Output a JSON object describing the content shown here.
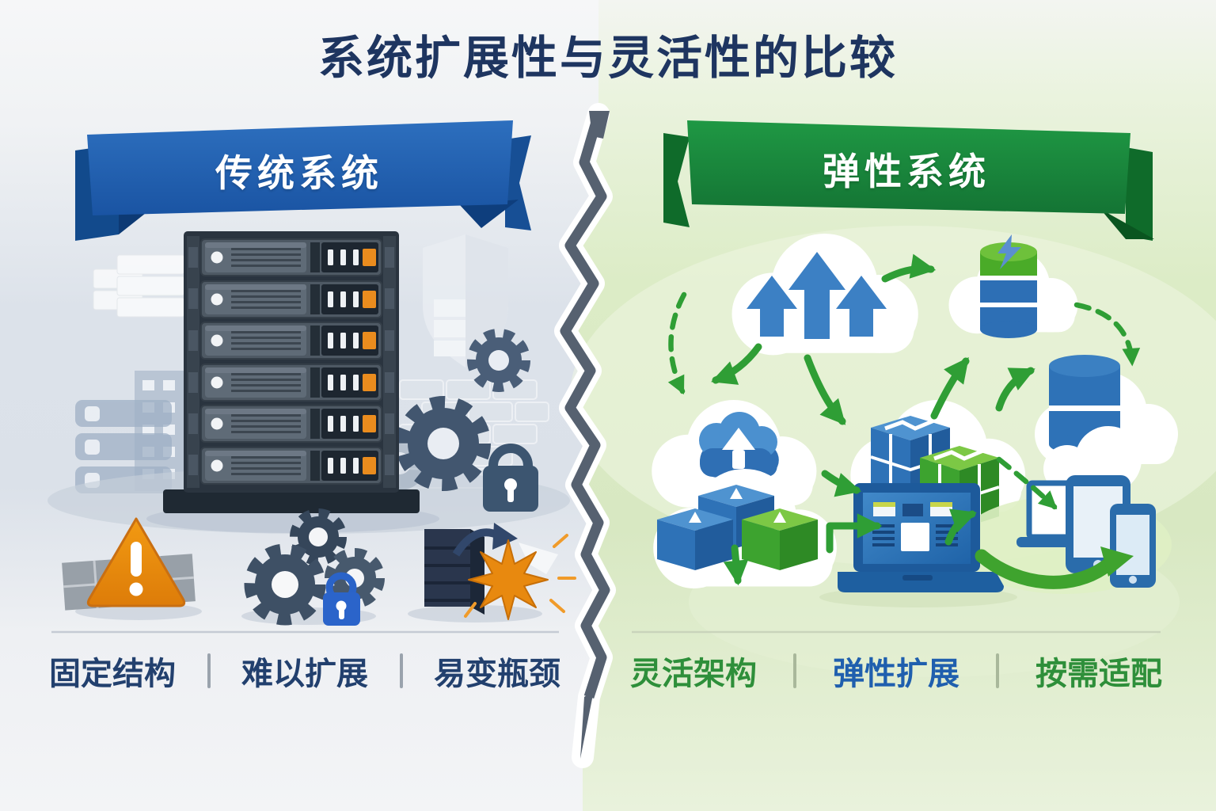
{
  "title": "系统扩展性与灵活性的比较",
  "divider": {
    "style": "jagged-crack"
  },
  "panels": {
    "left": {
      "banner": "传统系统",
      "theme_color": "#1d5fae",
      "features": [
        {
          "text": "固定结构",
          "color": "#22406e"
        },
        {
          "text": "难以扩展",
          "color": "#22406e"
        },
        {
          "text": "易变瓶颈",
          "color": "#22406e"
        }
      ],
      "icons": [
        "server-rack",
        "city-buildings",
        "shield",
        "background-gears",
        "padlock",
        "warning-triangle",
        "locked-gears",
        "server-failure-burst"
      ]
    },
    "right": {
      "banner": "弹性系统",
      "theme_color": "#1e8f3e",
      "features": [
        {
          "text": "灵活架构",
          "color": "#2e8f3a"
        },
        {
          "text": "弹性扩展",
          "color": "#1f5fae"
        },
        {
          "text": "按需适配",
          "color": "#2e8f3a"
        }
      ],
      "icons": [
        "cloud-scale-up-arrows",
        "cloud-database-lightning",
        "cloud-database",
        "cloud-upload",
        "cloud-container-cubes",
        "cloud-node-blocks",
        "laptop-dashboard",
        "responsive-devices",
        "green-flow-arrows"
      ]
    }
  },
  "colors": {
    "title_navy": "#1e3560",
    "banner_blue": "#1d5fae",
    "banner_green": "#1e8f3e",
    "label_navy": "#22406e",
    "label_green": "#2e8f3a",
    "label_blue": "#1f5fae",
    "accent_orange": "#e8891c",
    "arrow_green": "#2f9e35",
    "crack_slate": "#566170",
    "left_bg": "#dce2ea",
    "right_bg": "#dcecc6"
  }
}
